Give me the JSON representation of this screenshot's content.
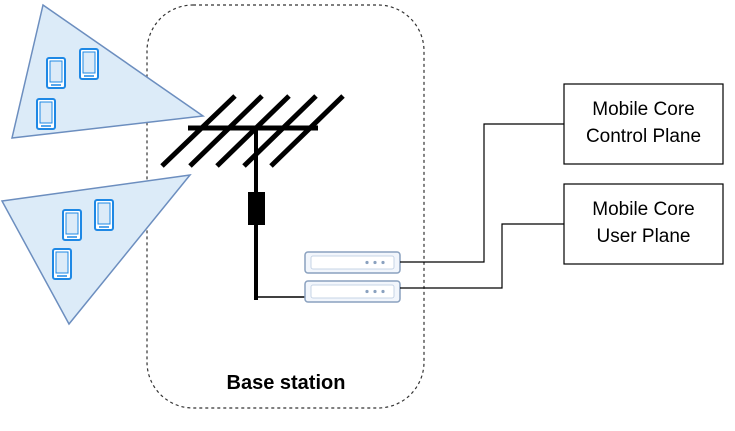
{
  "diagram": {
    "base_station_label": "Base station",
    "control_plane": {
      "line1": "Mobile Core",
      "line2": "Control Plane"
    },
    "user_plane": {
      "line1": "Mobile Core",
      "line2": "User Plane"
    },
    "colors": {
      "coverage_fill": "#dcebf8",
      "coverage_stroke": "#6c8ebf",
      "phone": "#1e88e5",
      "server_fill": "#f2f6fc",
      "server_stroke": "#8aa1bf",
      "line": "#000000",
      "dashed_border": "#333333"
    },
    "icons": [
      "phone-icon",
      "antenna-icon",
      "server-icon"
    ]
  }
}
